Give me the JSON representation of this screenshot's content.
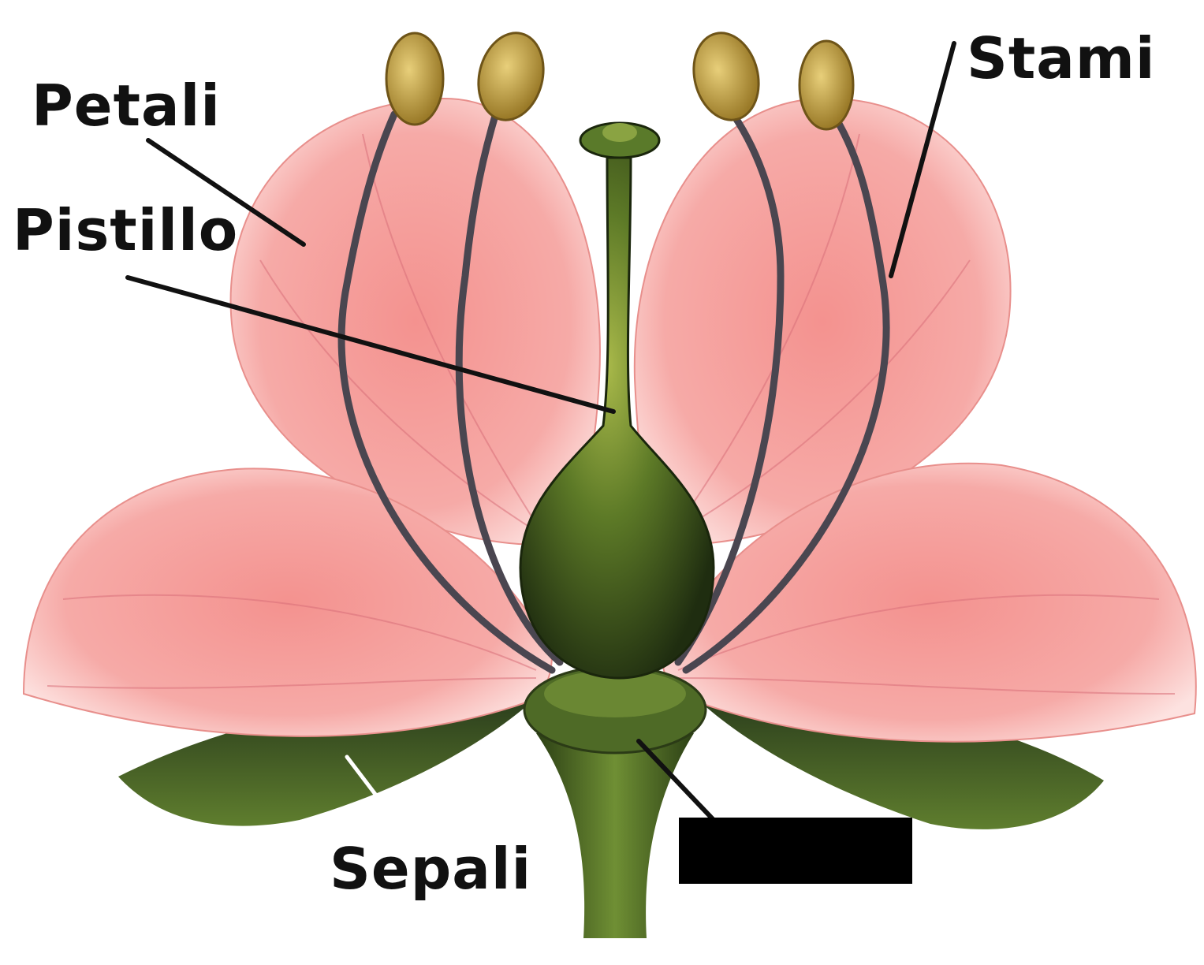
{
  "labels": {
    "petali": "Petali",
    "pistillo": "Pistillo",
    "stami": "Stami",
    "sepali": "Sepali"
  },
  "colors": {
    "petal": "#f19a97",
    "petal_light": "#fde6e4",
    "vein": "#d9707a",
    "sepal": "#3f5a22",
    "pistil": "#4d6b25",
    "anther": "#c9a445",
    "filament": "#4a4650",
    "leader_line": "#111111",
    "redaction": "#000000"
  }
}
